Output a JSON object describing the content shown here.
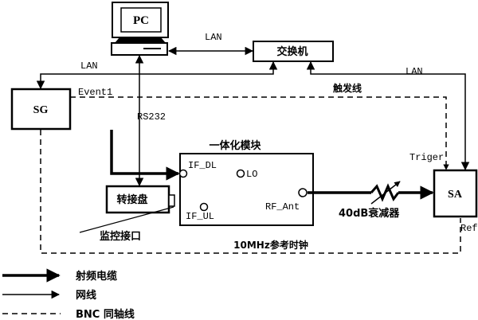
{
  "nodes": {
    "pc": "PC",
    "switch": "交换机",
    "sg": "SG",
    "sa": "SA",
    "adapter": "转接盘",
    "module_title": "一体化模块",
    "if_dl": "IF_DL",
    "if_ul": "IF_UL",
    "lo": "LO",
    "rf_ant": "RF_Ant"
  },
  "labels": {
    "lan_pc_switch": "LAN",
    "lan_sg": "LAN",
    "lan_sa": "LAN",
    "event1": "Event1",
    "trigger_line": "触发线",
    "rs232": "RS232",
    "triger": "Triger",
    "ref": "Ref",
    "attenuator": "40dB衰减器",
    "ref_clock": "10MHz参考时钟",
    "monitor_port": "监控接口"
  },
  "legend": [
    {
      "style": "rf",
      "label": "射频电缆"
    },
    {
      "style": "net",
      "label": "网线"
    },
    {
      "style": "bnc",
      "label": "BNC 同轴线"
    }
  ]
}
